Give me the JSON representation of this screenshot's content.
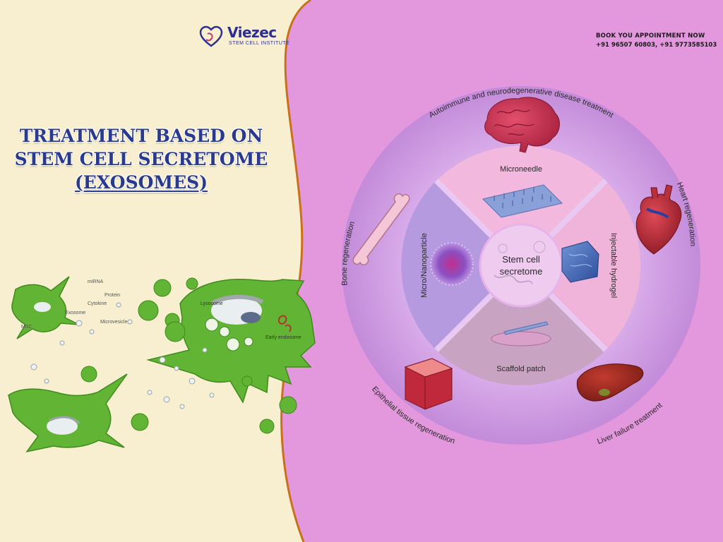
{
  "brand": {
    "name": "Viezec",
    "tagline": "STEM CELL INSTITUTE",
    "colors": {
      "navy": "#2c2f8f",
      "cream": "#f8efd0",
      "pink": "#e397dc",
      "orange_border": "#c8711b"
    }
  },
  "contact": {
    "line1": "BOOK YOU APPOINTMENT NOW",
    "line2": "+91 96507 60803, +91 9773585103"
  },
  "title": {
    "line1": "TREATMENT BASED ON",
    "line2": "STEM CELL SECRETOME",
    "line3": "(EXOSOMES)"
  },
  "cell_labels": {
    "mirna": "miRNA",
    "protein": "Protein",
    "cytokine": "Cytokine",
    "exosome": "Exosome",
    "msc": "MSC",
    "microvesicle": "Microvesicle",
    "lysosome": "Lysosome",
    "early_endosome": "Early endosome"
  },
  "wheel": {
    "center_line1": "Stem cell",
    "center_line2": "secretome",
    "inner": {
      "top": "Microneedle",
      "right": "Injectable hydrogel",
      "bottom": "Scaffold patch",
      "left": "Micro/Nanoparticle"
    },
    "outer": {
      "top": "Autoimmune and neurodegenerative disease treatment",
      "right": "Heart regeneration",
      "bottom_right": "Liver failure treatment",
      "bottom_left": "Epithelial tissue regeneration",
      "left": "Bone regeneration"
    },
    "icons": {
      "top": "brain-icon",
      "right": "heart-icon",
      "bottom_right": "liver-icon",
      "bottom_left": "skin-tissue-icon",
      "left": "bone-icon"
    }
  }
}
